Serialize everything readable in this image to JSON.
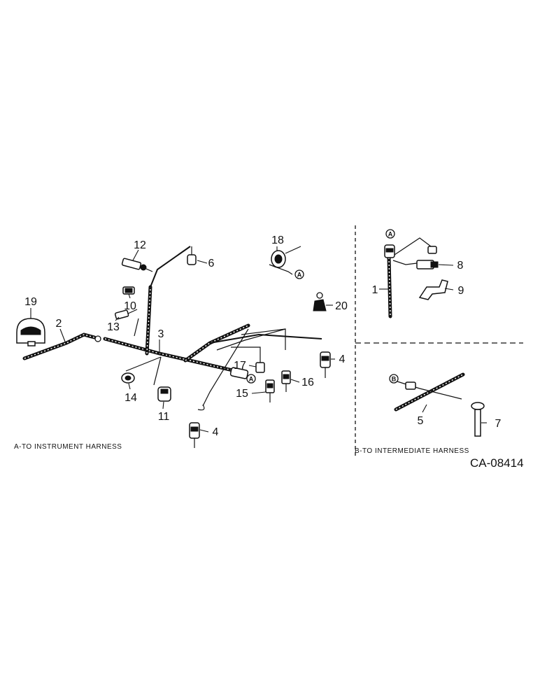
{
  "callouts": {
    "c1": "1",
    "c2": "2",
    "c3": "3",
    "c4a": "4",
    "c4b": "4",
    "c5": "5",
    "c6": "6",
    "c7": "7",
    "c8": "8",
    "c9": "9",
    "c10": "10",
    "c11": "11",
    "c12": "12",
    "c13": "13",
    "c14": "14",
    "c15": "15",
    "c16": "16",
    "c17": "17",
    "c18": "18",
    "c19": "19",
    "c20": "20"
  },
  "markers": {
    "a": "A",
    "b": "B"
  },
  "captions": {
    "instrument": "A-TO INSTRUMENT HARNESS",
    "intermediate": "B-TO INTERMEDIATE HARNESS"
  },
  "drawing_code": "CA-08414"
}
